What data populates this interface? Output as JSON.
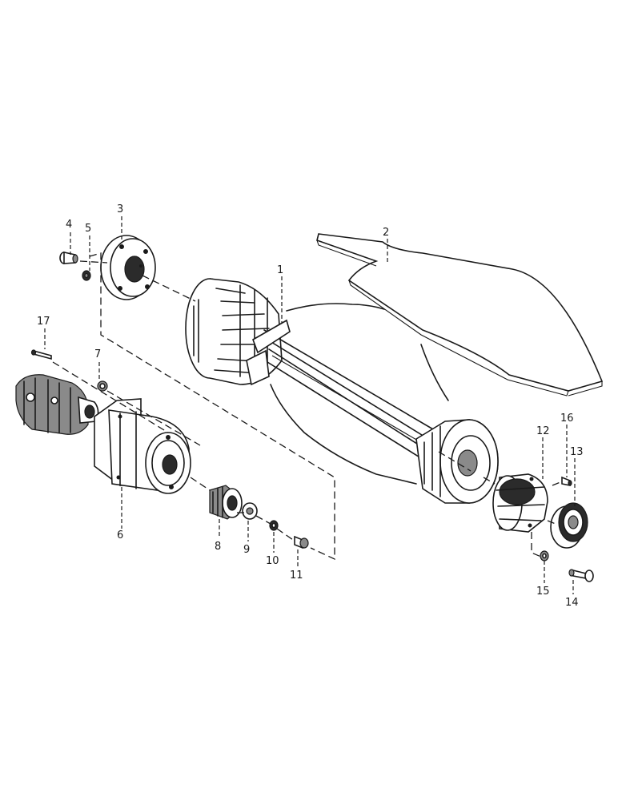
{
  "callouts": {
    "c1": "1",
    "c2": "2",
    "c3": "3",
    "c4": "4",
    "c5": "5",
    "c6": "6",
    "c7": "7",
    "c8": "8",
    "c9": "9",
    "c10": "10",
    "c11": "11",
    "c12": "12",
    "c13": "13",
    "c14": "14",
    "c15": "15",
    "c16": "16",
    "c17": "17"
  },
  "colors": {
    "ink": "#1a1a1a",
    "paper": "#ffffff"
  }
}
